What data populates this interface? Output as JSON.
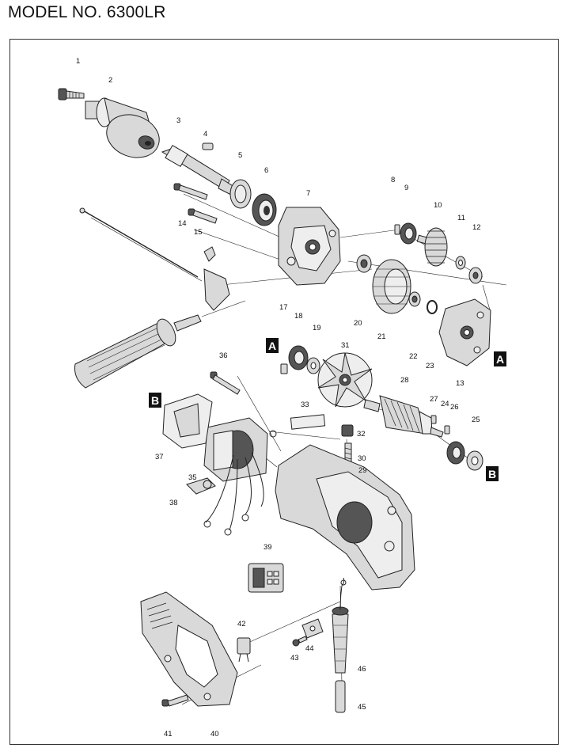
{
  "title": "MODEL NO. 6300LR",
  "callouts": [
    "1",
    "2",
    "3",
    "4",
    "5",
    "6",
    "7",
    "8",
    "9",
    "10",
    "11",
    "12",
    "13",
    "14",
    "15",
    "17",
    "18",
    "19",
    "20",
    "21",
    "22",
    "23",
    "24",
    "25",
    "26",
    "27",
    "28",
    "29",
    "30",
    "31",
    "32",
    "33",
    "35",
    "36",
    "37",
    "38",
    "39",
    "40",
    "41",
    "42",
    "43",
    "44",
    "45",
    "46"
  ],
  "refs": [
    "A",
    "A",
    "B",
    "B"
  ]
}
